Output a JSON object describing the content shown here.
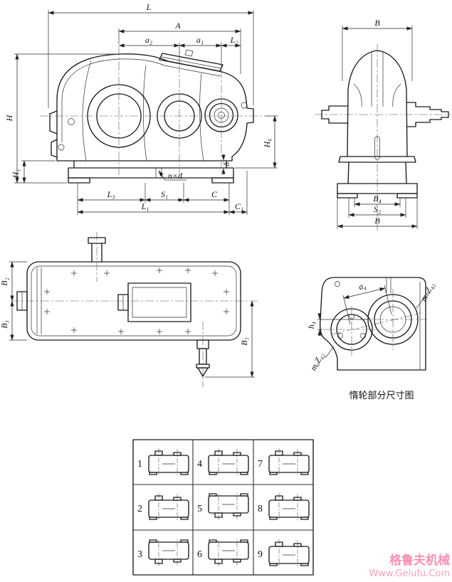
{
  "front_view": {
    "labels": {
      "L": "L",
      "A": "A",
      "a2": "a₂",
      "a1": "a₁",
      "L2": "L₂",
      "H": "H",
      "H1": "H₁",
      "H6": "H₆",
      "delta": "δ",
      "nxd": "n×d",
      "L3": "L₃",
      "S1": "S₁",
      "C": "C",
      "L1": "L₁",
      "C1": "C₁"
    }
  },
  "side_view": {
    "labels": {
      "B_top": "B",
      "B4": "B₄",
      "S2": "S₂",
      "B_bottom": "B"
    }
  },
  "top_view": {
    "labels": {
      "B2": "B₂",
      "B3": "B₃",
      "B1": "B₁"
    }
  },
  "idler_view": {
    "caption": "惰轮部分尺寸图",
    "labels": {
      "a4": "a₄",
      "h4": "h₄",
      "mz_right": "mₙZ₄₂",
      "mz_left": "mₐZ₄₂"
    }
  },
  "mount_grid": {
    "cells": [
      "1",
      "2",
      "3",
      "4",
      "5",
      "6",
      "7",
      "8",
      "9"
    ]
  },
  "watermark": {
    "brand": "格鲁夫机械",
    "url": "Www.Gelufu.Com",
    "color": "#f4789f"
  }
}
